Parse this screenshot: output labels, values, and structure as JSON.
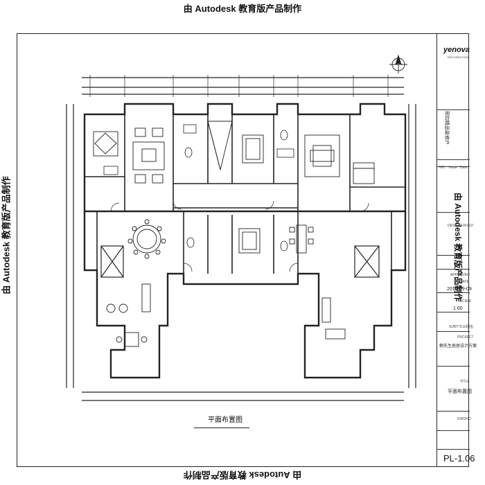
{
  "watermark": {
    "text": "由 Autodesk 教育版产品制作"
  },
  "title_block": {
    "company": "yenova",
    "company_sub": "DECORATION",
    "project_name": "邢钧精品装修户",
    "no_label": "NO.",
    "issue_label": "Issue",
    "date_label": "Date",
    "designer_label": "DESIGNER/设计",
    "approved_label": "APPROVED",
    "date_caption": "DATE",
    "date_value": "2015-09-09",
    "scale_caption": "SCALE",
    "scale_value": "1:60",
    "subtitle_caption": "SUBTITLE/图名",
    "project_caption": "PROJECT",
    "project_value": "赖先生居居设计方案",
    "title_caption": "TITLE",
    "title_value": "平面布置图",
    "dwg_caption": "DWGNO",
    "sheet_number": "PL-1.06"
  },
  "plan": {
    "title": "平面布置图"
  },
  "colors": {
    "line": "#222222",
    "background": "#ffffff"
  }
}
